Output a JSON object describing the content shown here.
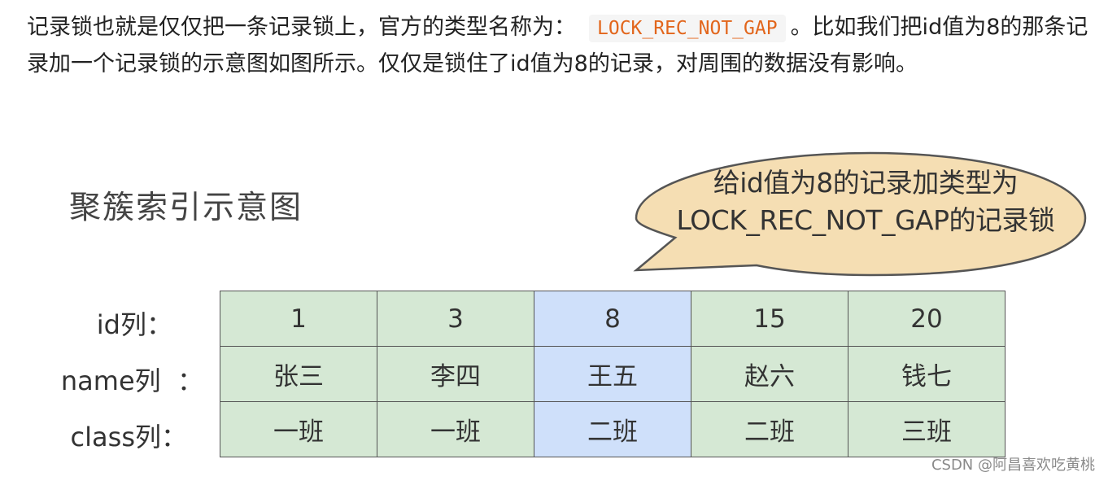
{
  "paragraph": {
    "text_before": "记录锁也就是仅仅把一条记录锁上，官方的类型名称为：",
    "code": "LOCK_REC_NOT_GAP",
    "text_after": "。比如我们把id值为8的那条记录加一个记录锁的示意图如图所示。仅仅是锁住了id值为8的记录，对周围的数据没有影响。"
  },
  "diagram": {
    "title": "聚簇索引示意图",
    "bubble": {
      "line1": "给id值为8的记录加类型为",
      "line2": "LOCK_REC_NOT_GAP的记录锁",
      "fill": "#f5deb3",
      "stroke": "#555555"
    },
    "row_labels": {
      "id": "id列：",
      "name": "name列  ：",
      "class": "class列："
    },
    "columns": [
      {
        "id": "1",
        "name": "张三",
        "class": "一班"
      },
      {
        "id": "3",
        "name": "李四",
        "class": "一班"
      },
      {
        "id": "8",
        "name": "王五",
        "class": "二班"
      },
      {
        "id": "15",
        "name": "赵六",
        "class": "二班"
      },
      {
        "id": "20",
        "name": "钱七",
        "class": "三班"
      }
    ],
    "highlighted_index": 2,
    "colors": {
      "cell": "#d5e8d4",
      "highlight": "#cfe0fa",
      "border": "#555555",
      "code_text": "#e2661c"
    }
  },
  "watermark": "CSDN @阿昌喜欢吃黄桃"
}
